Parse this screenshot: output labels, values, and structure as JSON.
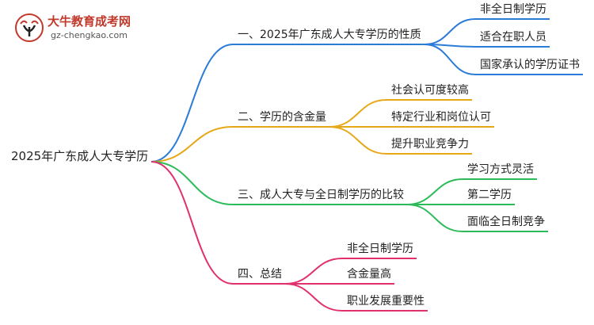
{
  "logo": {
    "title": "大牛教育成考网",
    "url": "gz-chengkao.com"
  },
  "mindmap": {
    "root": "2025年广东成人大专学历",
    "branches": [
      {
        "label": "一、2025年广东成人大专学历的性质",
        "color": "#2b7bd9",
        "children": [
          "非全日制学历",
          "适合在职人员",
          "国家承认的学历证书"
        ]
      },
      {
        "label": "二、学历的含金量",
        "color": "#e6a817",
        "children": [
          "社会认可度较高",
          "特定行业和岗位认可",
          "提升职业竞争力"
        ]
      },
      {
        "label": "三、成人大专与全日制学历的比较",
        "color": "#2dbb5a",
        "children": [
          "学习方式灵活",
          "第二学历",
          "面临全日制竞争"
        ]
      },
      {
        "label": "四、总结",
        "color": "#e0306e",
        "children": [
          "非全日制学历",
          "含金量高",
          "职业发展重要性"
        ]
      }
    ]
  }
}
